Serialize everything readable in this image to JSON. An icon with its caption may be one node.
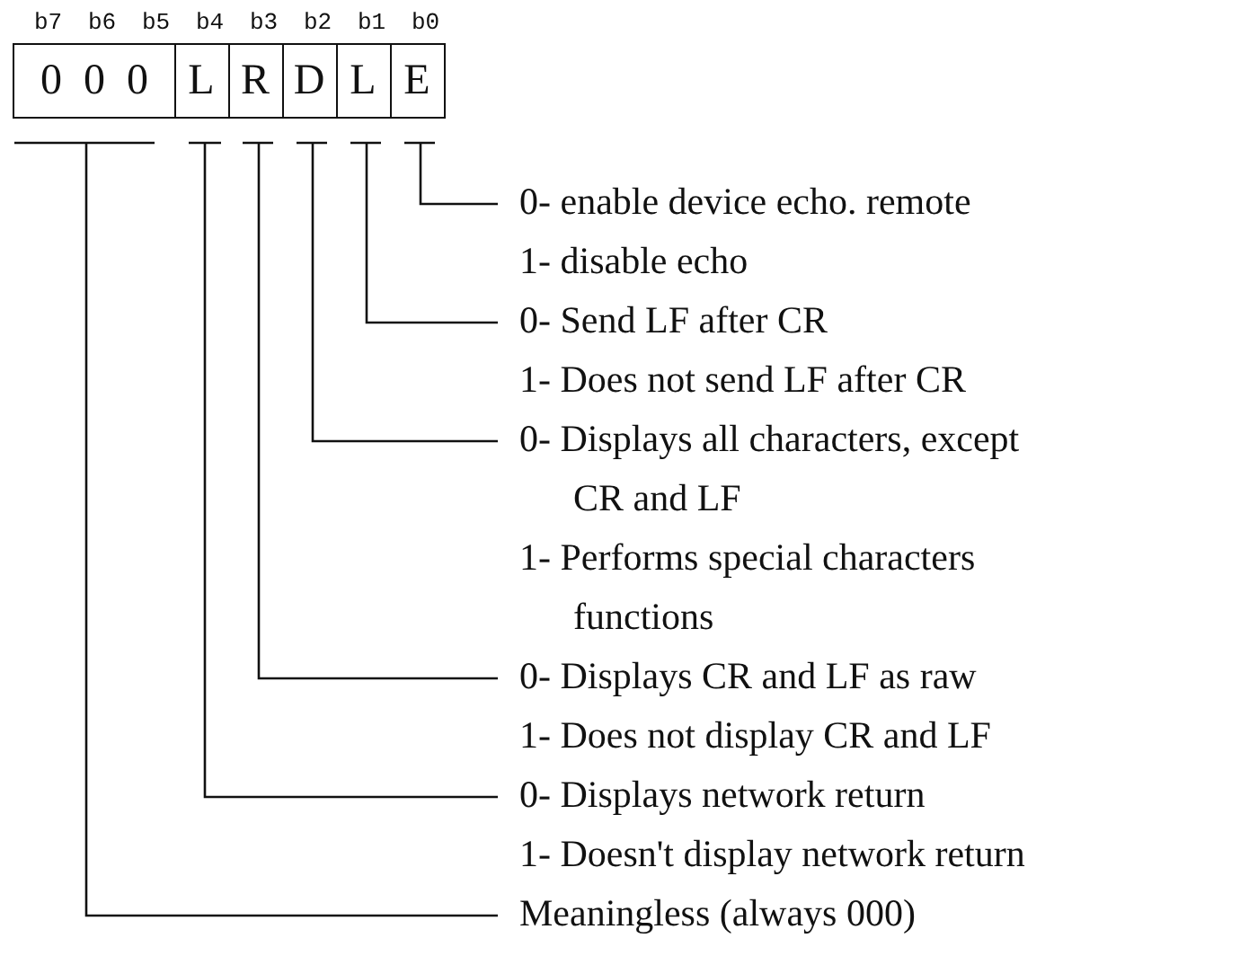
{
  "diagram": {
    "nodes": [
      {
        "text": [
          "0 0 0"
        ]
      },
      {
        "text": [
          "L"
        ]
      },
      {
        "text": [
          "R"
        ]
      },
      {
        "text": [
          "D"
        ]
      },
      {
        "text": [
          "L"
        ]
      },
      {
        "text": [
          "E"
        ]
      },
      {
        "text": [
          "0- enable device echo. remote",
          "1- disable echo"
        ]
      },
      {
        "text": [
          "0- Send LF after CR",
          "1- Does not send LF after CR"
        ]
      },
      {
        "text": [
          "0- Displays all characters, except CR and LF",
          "1- Performs special characters functions"
        ]
      },
      {
        "text": [
          "0- Displays CR and LF as raw",
          "1- Does not display CR and LF"
        ]
      },
      {
        "text": [
          "0- Displays network return",
          "1- Doesn't display network return"
        ]
      },
      {
        "text": [
          "Meaningless (always 000)"
        ]
      }
    ],
    "edges": [
      {
        "from": 5,
        "to": 6,
        "arrow": "none"
      },
      {
        "from": 4,
        "to": 7,
        "arrow": "none"
      },
      {
        "from": 3,
        "to": 8,
        "arrow": "none"
      },
      {
        "from": 2,
        "to": 9,
        "arrow": "none"
      },
      {
        "from": 1,
        "to": 10,
        "arrow": "none"
      },
      {
        "from": 0,
        "to": 11,
        "arrow": "none"
      }
    ],
    "labels": [
      "b7",
      "b6",
      "b5",
      "b4",
      "b3",
      "b2",
      "b1",
      "b0"
    ]
  }
}
